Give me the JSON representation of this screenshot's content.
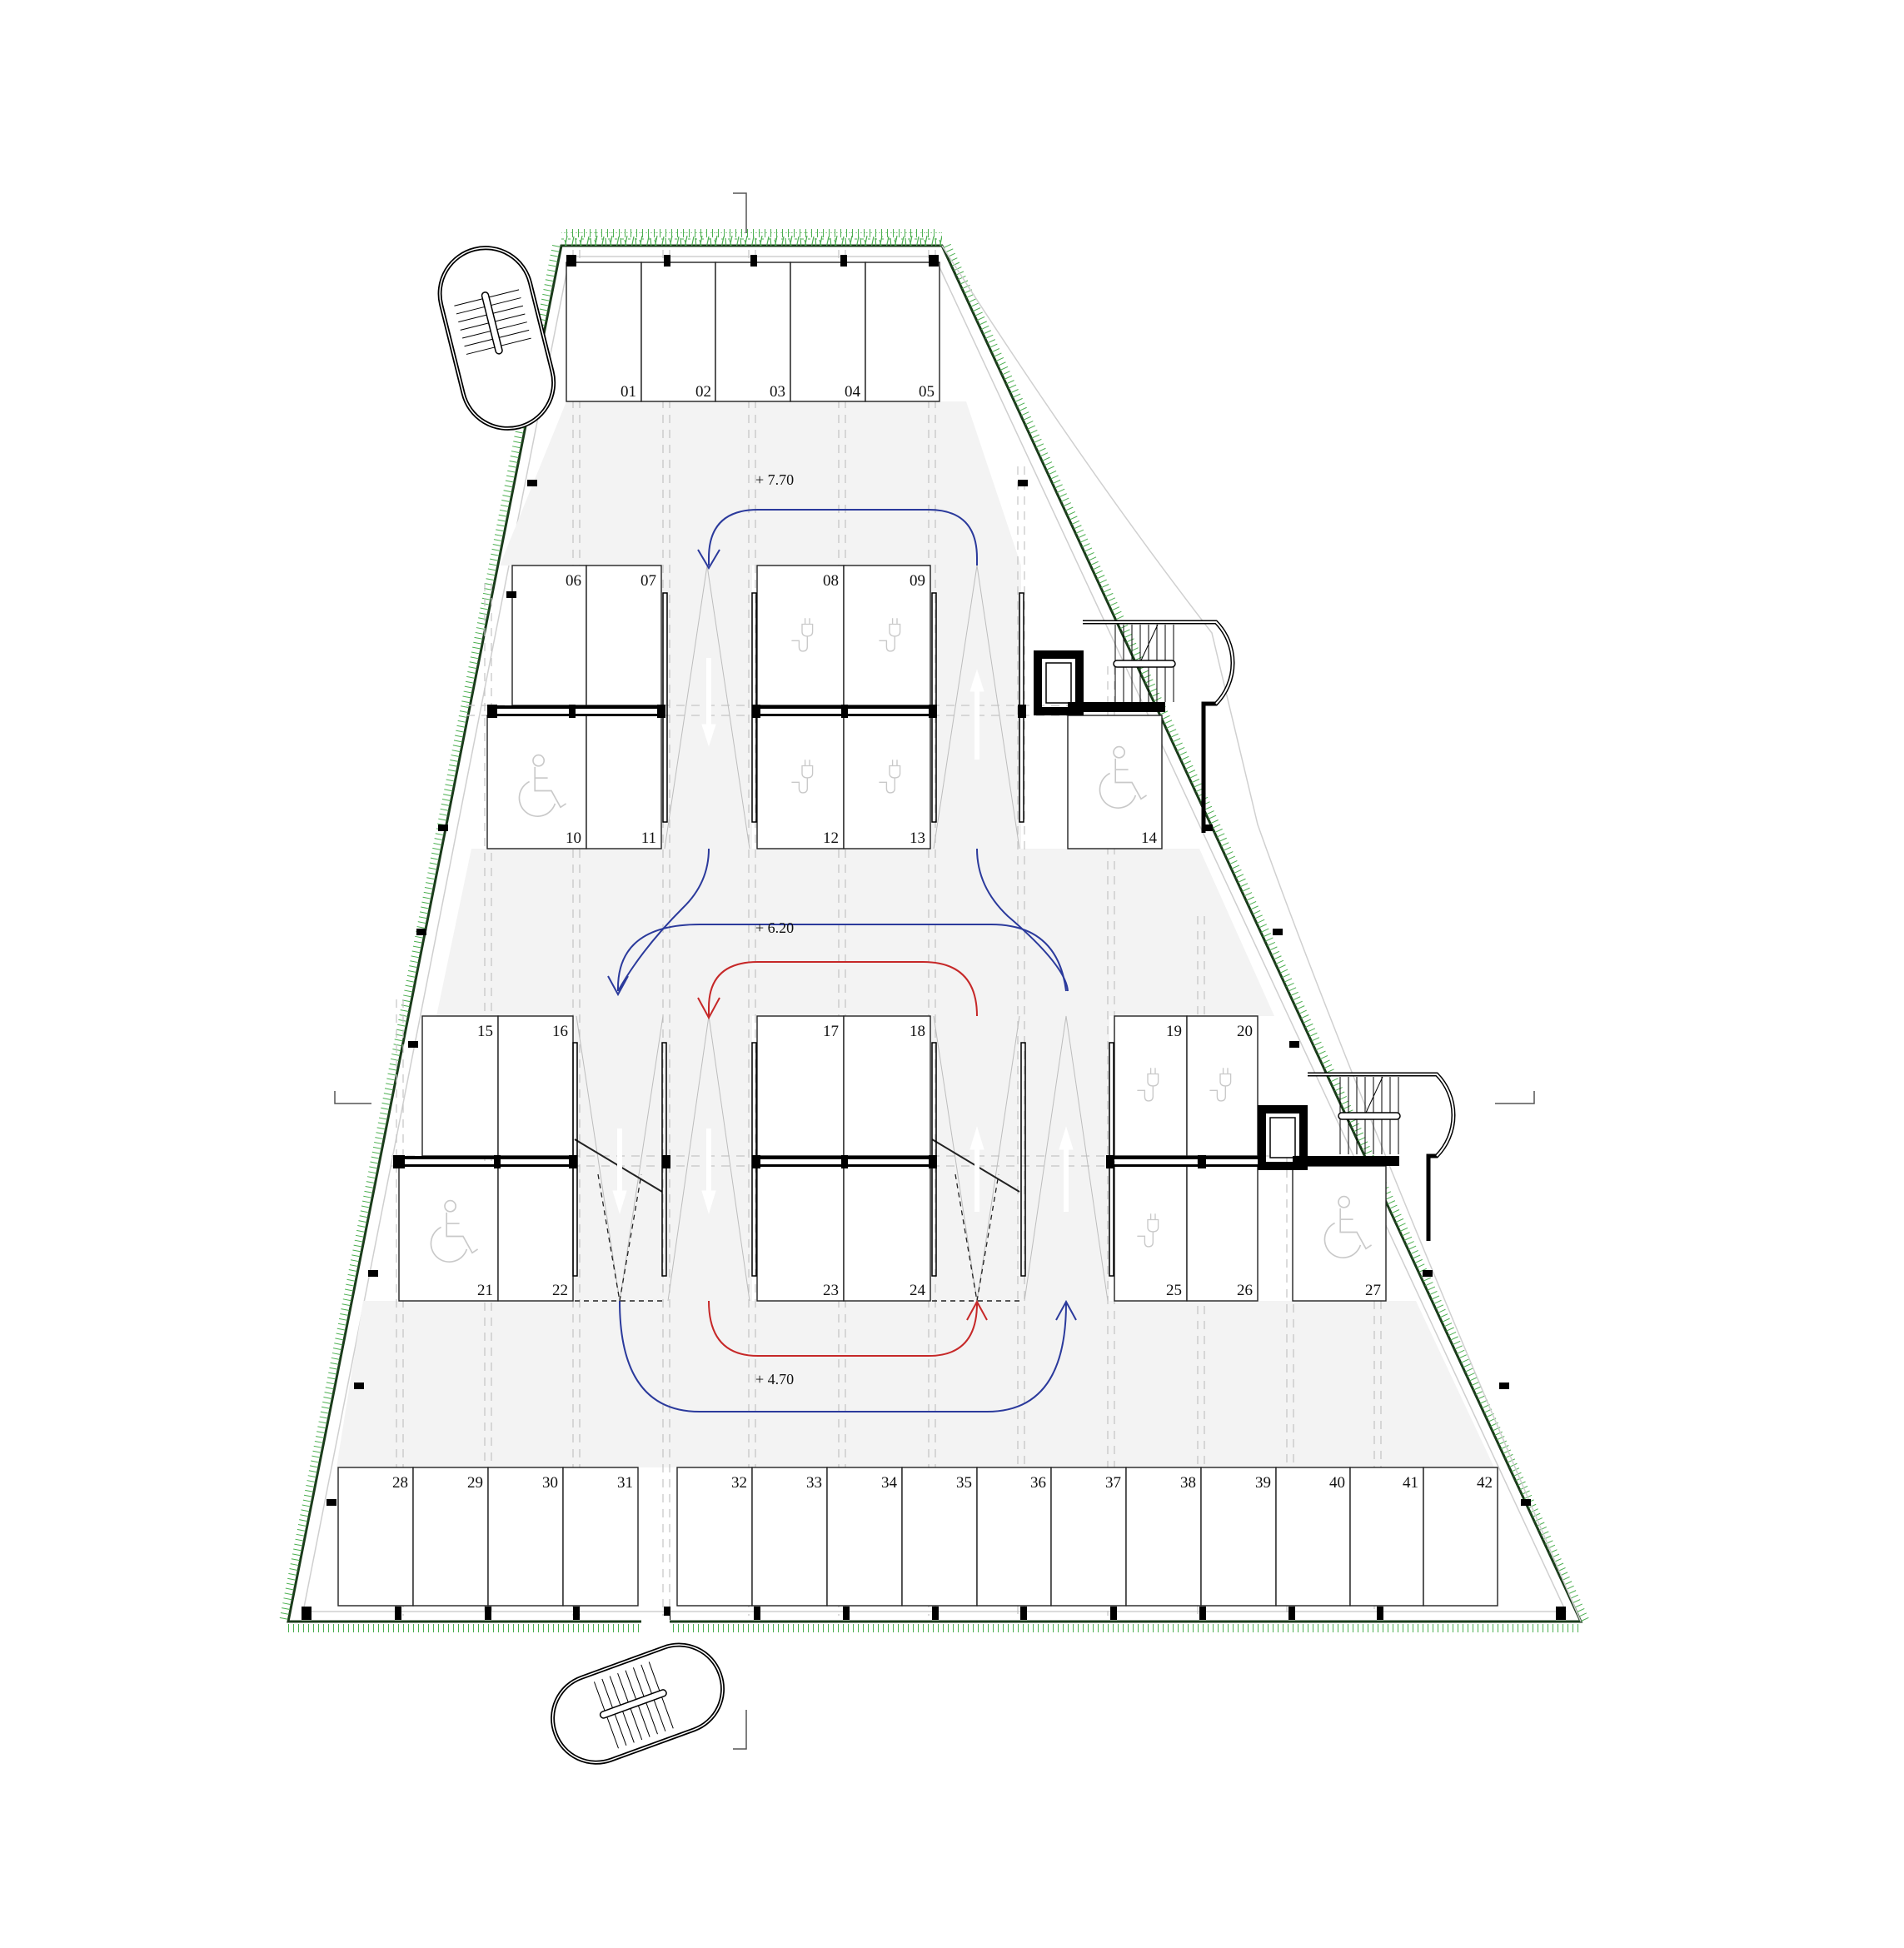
{
  "drawing": {
    "type": "floor plan",
    "subject": "multi-level parking garage with split-level ramps",
    "colors": {
      "boundary_grass": "#4caf50",
      "aisle_fill": "#f3f3f3",
      "slot_fill": "#ffffff",
      "wall": "#000000",
      "ramp_up_arrow": "#2b3a9c",
      "ramp_down_arrow": "#c62828",
      "grid_dash": "#bdbdbd"
    }
  },
  "levels": [
    {
      "label": "+ 7.70"
    },
    {
      "label": "+ 6.20"
    },
    {
      "label": "+ 4.70"
    }
  ],
  "slots": {
    "top_row": [
      {
        "num": "01"
      },
      {
        "num": "02"
      },
      {
        "num": "03"
      },
      {
        "num": "04"
      },
      {
        "num": "05"
      }
    ],
    "block_a_top": [
      {
        "num": "06"
      },
      {
        "num": "07"
      },
      {
        "num": "08",
        "icon": "ev-charger-icon"
      },
      {
        "num": "09",
        "icon": "ev-charger-icon"
      }
    ],
    "block_a_bottom": [
      {
        "num": "10",
        "icon": "wheelchair-icon"
      },
      {
        "num": "11"
      },
      {
        "num": "12",
        "icon": "ev-charger-icon"
      },
      {
        "num": "13",
        "icon": "ev-charger-icon"
      },
      {
        "num": "14",
        "icon": "wheelchair-icon"
      }
    ],
    "block_b_top": [
      {
        "num": "15"
      },
      {
        "num": "16"
      },
      {
        "num": "17"
      },
      {
        "num": "18"
      },
      {
        "num": "19",
        "icon": "ev-charger-icon"
      },
      {
        "num": "20",
        "icon": "ev-charger-icon"
      }
    ],
    "block_b_bottom": [
      {
        "num": "21",
        "icon": "wheelchair-icon"
      },
      {
        "num": "22"
      },
      {
        "num": "23"
      },
      {
        "num": "24"
      },
      {
        "num": "25",
        "icon": "ev-charger-icon"
      },
      {
        "num": "26"
      },
      {
        "num": "27",
        "icon": "wheelchair-icon"
      }
    ],
    "bottom_row": [
      {
        "num": "28"
      },
      {
        "num": "29"
      },
      {
        "num": "30"
      },
      {
        "num": "31"
      },
      {
        "num": "32"
      },
      {
        "num": "33"
      },
      {
        "num": "34"
      },
      {
        "num": "35"
      },
      {
        "num": "36"
      },
      {
        "num": "37"
      },
      {
        "num": "38"
      },
      {
        "num": "39"
      },
      {
        "num": "40"
      },
      {
        "num": "41"
      },
      {
        "num": "42"
      }
    ]
  },
  "features": {
    "stairs": [
      "stair-top-left",
      "stair-right-upper",
      "stair-right-lower",
      "stair-bottom"
    ],
    "elevators": [
      "elevator-upper",
      "elevator-lower"
    ],
    "ramp_arrows": [
      "down",
      "up",
      "down",
      "down",
      "up",
      "up"
    ]
  }
}
